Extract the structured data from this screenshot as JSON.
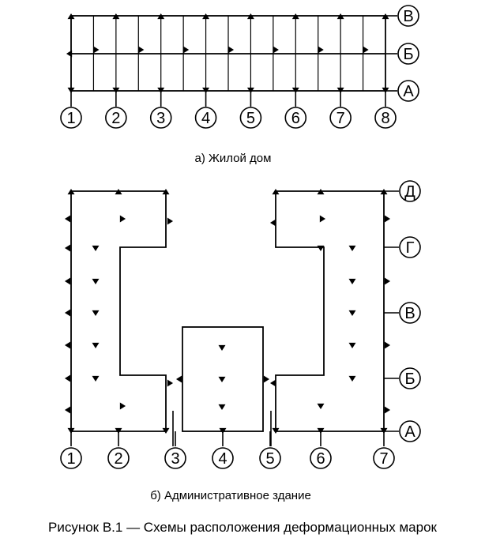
{
  "diagram_a": {
    "caption": "а) Жилой дом",
    "column_axes": [
      "1",
      "2",
      "3",
      "4",
      "5",
      "6",
      "7",
      "8"
    ],
    "row_axes": [
      "В",
      "Б",
      "А"
    ]
  },
  "diagram_b": {
    "caption": "б) Административное здание",
    "column_axes": [
      "1",
      "2",
      "3",
      "4",
      "5",
      "6",
      "7"
    ],
    "row_axes": [
      "Д",
      "Г",
      "В",
      "Б",
      "А"
    ]
  },
  "figure_caption": "Рисунок В.1 — Схемы расположения деформационных марок"
}
